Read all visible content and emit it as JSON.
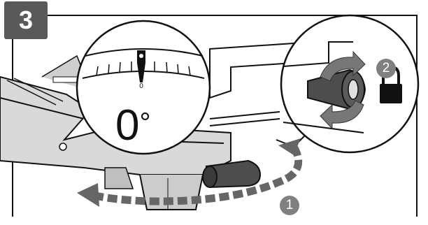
{
  "step": {
    "number": "3"
  },
  "magnifier": {
    "angle_value": "0",
    "degree_symbol": "°",
    "scale_tick_label": "0"
  },
  "callouts": {
    "step_one": "1",
    "step_two": "2"
  },
  "icons": {
    "lock": "lock-icon",
    "rotate": "rotate-arrows-icon",
    "turn": "curved-arrow-icon"
  },
  "colors": {
    "badge": "#595959",
    "callout": "#808080",
    "arrow": "#666666"
  }
}
